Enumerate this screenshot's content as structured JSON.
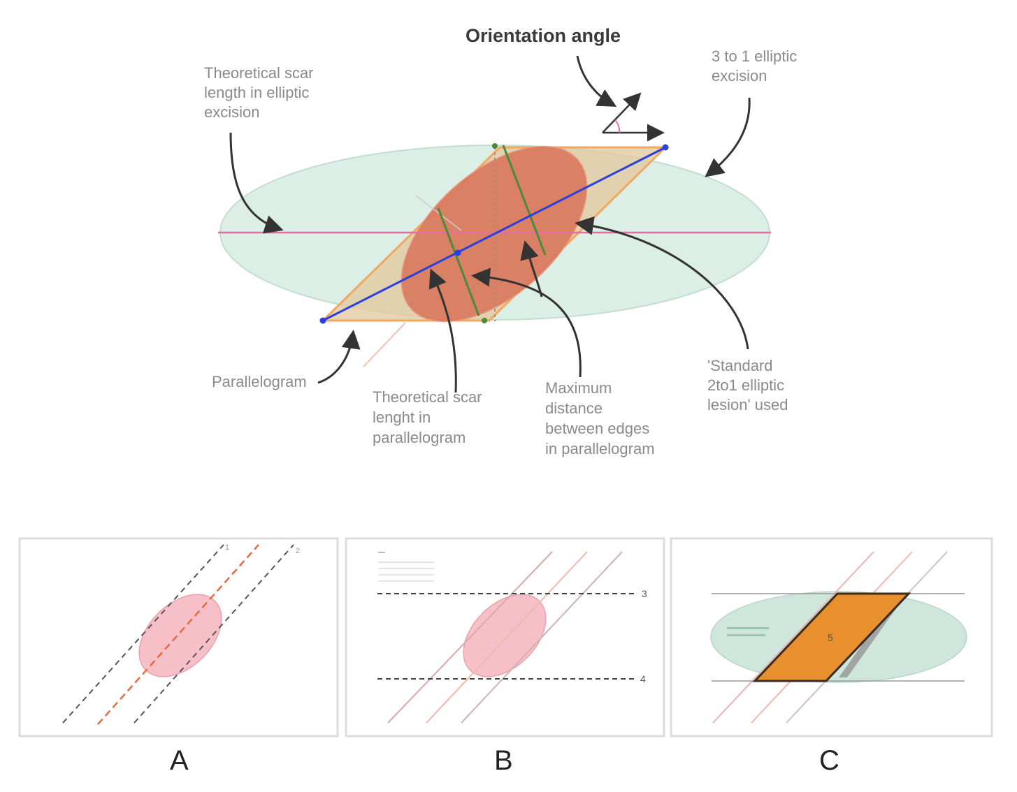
{
  "main_diagram": {
    "title": "Orientation angle",
    "labels": {
      "elliptic_scar_length": [
        "Theoretical scar",
        "length in elliptic",
        "excision"
      ],
      "elliptic_excision": [
        "3 to 1 elliptic",
        "excision"
      ],
      "parallelogram": "Parallelogram",
      "parallelogram_scar_length": [
        "Theoretical scar",
        "lenght in",
        "parallelogram"
      ],
      "max_distance": [
        "Maximum",
        "distance",
        "between edges",
        "in parallelogram"
      ],
      "standard_lesion": [
        "'Standard",
        "2to1 elliptic",
        "lesion' used"
      ]
    }
  },
  "panels": [
    {
      "letter": "A",
      "line_labels": [
        "1",
        "2"
      ]
    },
    {
      "letter": "B",
      "line_labels": [
        "3",
        "4"
      ]
    },
    {
      "letter": "C",
      "center_label": "5"
    }
  ],
  "colors": {
    "excision_ellipse": "#dcefe6",
    "lesion_ellipse": "#d9785e",
    "parallelogram_fill": "#e3c9a0",
    "scar_line": "#2a3fe0",
    "horizontal_line": "#e26fa0",
    "edge_lines": "#4a8a3a",
    "panel_c_parallelogram": "#e8902e"
  }
}
